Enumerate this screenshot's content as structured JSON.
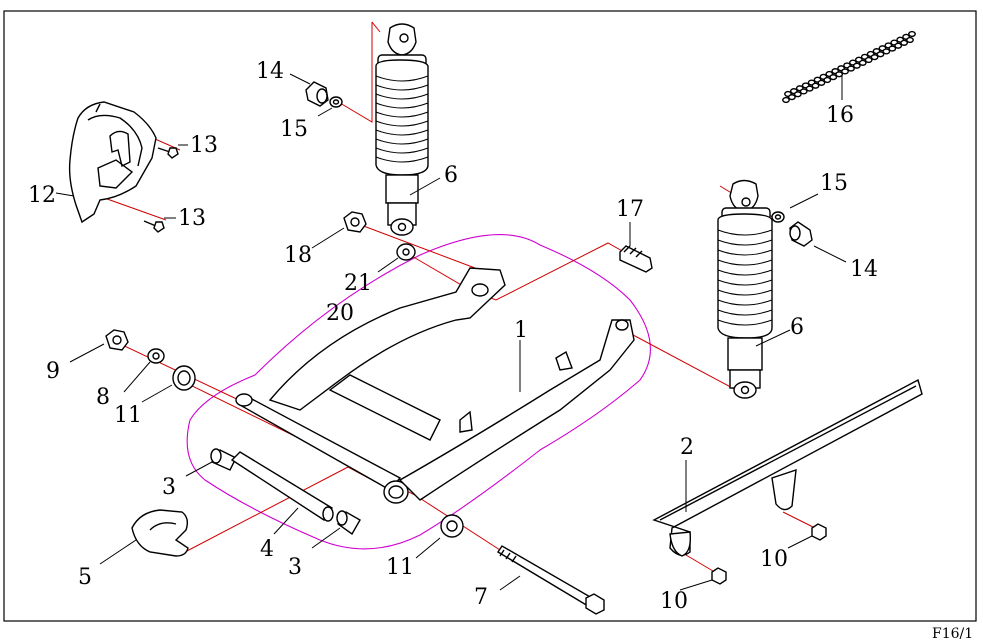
{
  "figure_ref": "F16/1",
  "callouts": {
    "c1": "1",
    "c2": "2",
    "c3a": "3",
    "c3b": "3",
    "c4": "4",
    "c5": "5",
    "c6a": "6",
    "c6b": "6",
    "c7": "7",
    "c8": "8",
    "c9": "9",
    "c10a": "10",
    "c10b": "10",
    "c11a": "11",
    "c11b": "11",
    "c12": "12",
    "c13a": "13",
    "c13b": "13",
    "c14a": "14",
    "c14b": "14",
    "c15a": "15",
    "c15b": "15",
    "c16": "16",
    "c17": "17",
    "c18": "18",
    "c20": "20",
    "c21": "21"
  },
  "colors": {
    "line": "#000000",
    "assembly_path": "#d00000",
    "subassembly_outline": "#d000d0"
  }
}
